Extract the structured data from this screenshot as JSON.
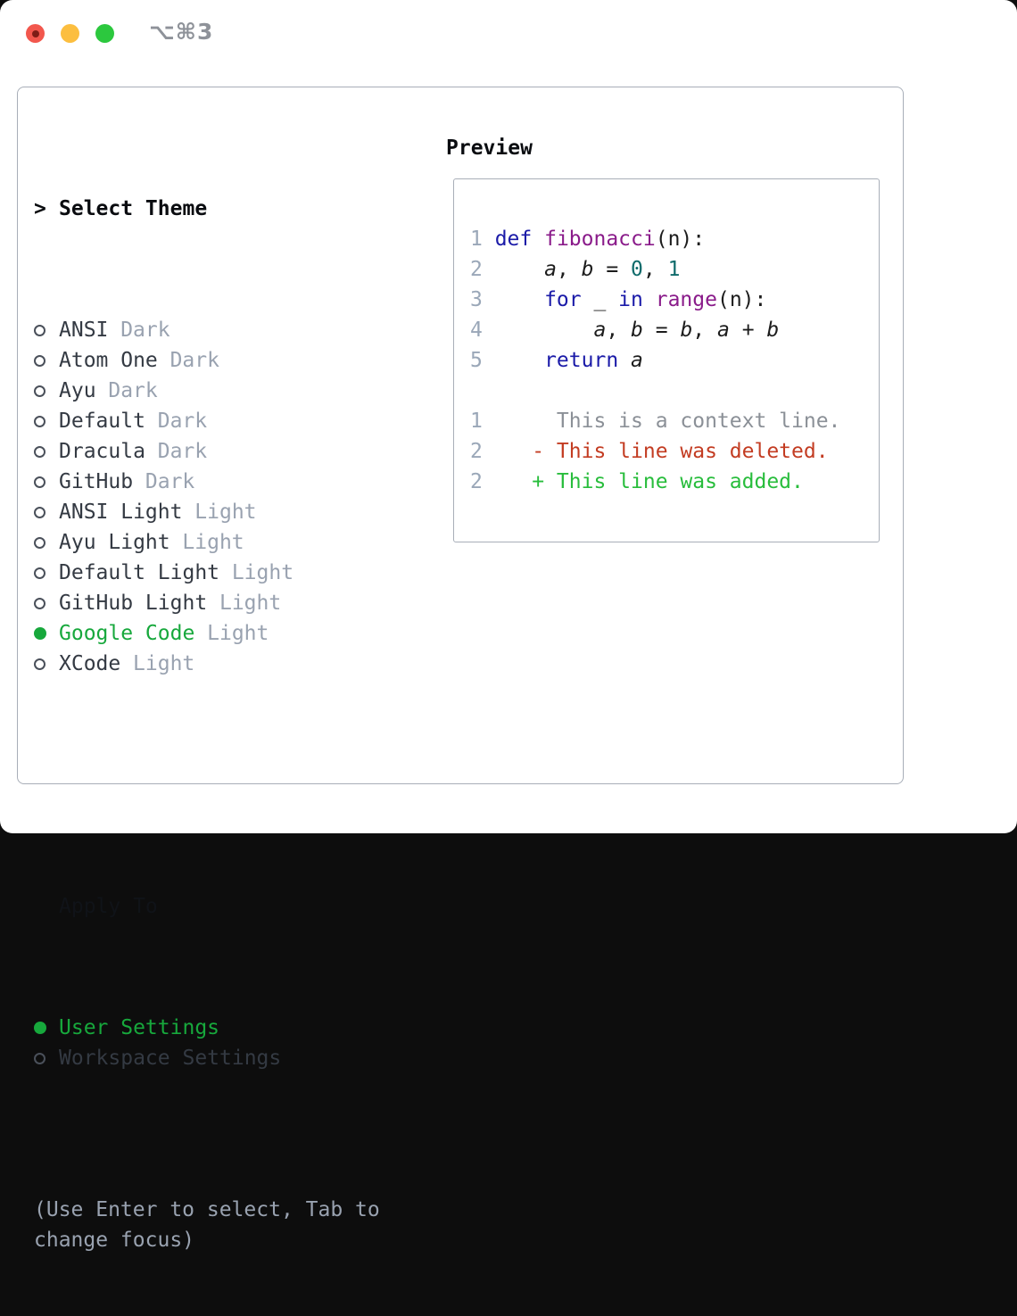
{
  "window": {
    "shortcut_label": "⌥⌘3"
  },
  "traffic_lights": [
    {
      "name": "close-button",
      "color": "#f2574d"
    },
    {
      "name": "minimize-button",
      "color": "#fcbe3f"
    },
    {
      "name": "zoom-button",
      "color": "#2cc83e"
    }
  ],
  "theme_picker": {
    "cursor": ">",
    "header": "Select Theme",
    "items": [
      {
        "name": "ANSI",
        "tag": "Dark",
        "selected": false
      },
      {
        "name": "Atom One",
        "tag": "Dark",
        "selected": false
      },
      {
        "name": "Ayu",
        "tag": "Dark",
        "selected": false
      },
      {
        "name": "Default",
        "tag": "Dark",
        "selected": false
      },
      {
        "name": "Dracula",
        "tag": "Dark",
        "selected": false
      },
      {
        "name": "GitHub",
        "tag": "Dark",
        "selected": false
      },
      {
        "name": "ANSI Light",
        "tag": "Light",
        "selected": false
      },
      {
        "name": "Ayu Light",
        "tag": "Light",
        "selected": false
      },
      {
        "name": "Default Light",
        "tag": "Light",
        "selected": false
      },
      {
        "name": "GitHub Light",
        "tag": "Light",
        "selected": false
      },
      {
        "name": "Google Code",
        "tag": "Light",
        "selected": true
      },
      {
        "name": "XCode",
        "tag": "Light",
        "selected": false
      }
    ]
  },
  "apply_to": {
    "header": "Apply To",
    "options": [
      {
        "label": "User Settings",
        "selected": true
      },
      {
        "label": "Workspace Settings",
        "selected": false
      }
    ]
  },
  "help": {
    "text": "(Use Enter to select, Tab to change focus)"
  },
  "preview": {
    "header": "Preview",
    "lines": [
      {
        "num": "1",
        "tokens": [
          {
            "c": "kw",
            "t": "def"
          },
          {
            "c": "plain",
            "t": " "
          },
          {
            "c": "fn",
            "t": "fibonacci"
          },
          {
            "c": "plain",
            "t": "(n):"
          }
        ]
      },
      {
        "num": "2",
        "tokens": [
          {
            "c": "plain",
            "t": "    "
          },
          {
            "c": "var",
            "t": "a"
          },
          {
            "c": "plain",
            "t": ", "
          },
          {
            "c": "var",
            "t": "b"
          },
          {
            "c": "plain",
            "t": " = "
          },
          {
            "c": "lit",
            "t": "0"
          },
          {
            "c": "plain",
            "t": ", "
          },
          {
            "c": "lit",
            "t": "1"
          }
        ]
      },
      {
        "num": "3",
        "tokens": [
          {
            "c": "plain",
            "t": "    "
          },
          {
            "c": "kw",
            "t": "for"
          },
          {
            "c": "plain",
            "t": " _ "
          },
          {
            "c": "kw",
            "t": "in"
          },
          {
            "c": "plain",
            "t": " "
          },
          {
            "c": "fn",
            "t": "range"
          },
          {
            "c": "plain",
            "t": "(n):"
          }
        ]
      },
      {
        "num": "4",
        "tokens": [
          {
            "c": "plain",
            "t": "        "
          },
          {
            "c": "var",
            "t": "a"
          },
          {
            "c": "plain",
            "t": ", "
          },
          {
            "c": "var",
            "t": "b"
          },
          {
            "c": "plain",
            "t": " = "
          },
          {
            "c": "var",
            "t": "b"
          },
          {
            "c": "plain",
            "t": ", "
          },
          {
            "c": "var",
            "t": "a"
          },
          {
            "c": "plain",
            "t": " + "
          },
          {
            "c": "var",
            "t": "b"
          }
        ]
      },
      {
        "num": "5",
        "tokens": [
          {
            "c": "plain",
            "t": "    "
          },
          {
            "c": "kw",
            "t": "return"
          },
          {
            "c": "plain",
            "t": " "
          },
          {
            "c": "var",
            "t": "a"
          }
        ]
      },
      {
        "num": "",
        "tokens": []
      },
      {
        "num": "1",
        "tokens": [
          {
            "c": "ctx",
            "t": "     This is a context line."
          }
        ]
      },
      {
        "num": "2",
        "tokens": [
          {
            "c": "del",
            "t": "   - This line was deleted."
          }
        ]
      },
      {
        "num": "2",
        "tokens": [
          {
            "c": "add",
            "t": "   + This line was added."
          }
        ]
      }
    ]
  },
  "palette": {
    "selection_green": "#17a83c",
    "added_green": "#28bd3c",
    "deleted_red": "#c33c22",
    "keyword_blue": "#1a1aa8",
    "function_purple": "#8a1b8a",
    "number_teal": "#0f6b6b",
    "muted_gray": "#99a2b0",
    "gutter_gray": "#9aa7b8",
    "context_gray": "#8b9097",
    "border_gray": "#a8aeb8"
  }
}
